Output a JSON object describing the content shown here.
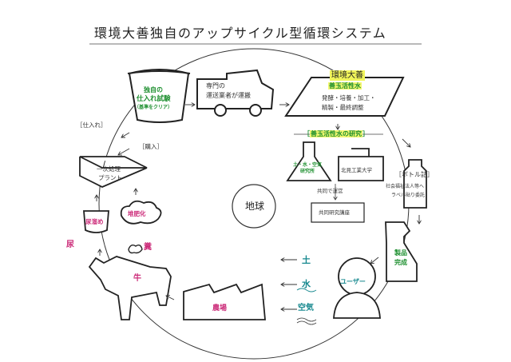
{
  "title": "環境大善独自のアップサイクル型循環システム",
  "center": "地球",
  "nodes": {
    "cup": {
      "line1": "独自の",
      "line2": "仕入れ試験",
      "line3": "（基準をクリア）"
    },
    "truck": {
      "line1": "専門の",
      "line2": "運送業者が運搬"
    },
    "factory": {
      "line1": "環境大善",
      "line2": "善玉活性水",
      "line3": "発酵・培養・加工・",
      "line4": "精製・最終調整"
    },
    "research": {
      "title": "善玉活性水の研究",
      "flask": "土・水・空気\n研究所",
      "univ": "北見工業大学",
      "joint": "共同で運営",
      "lecture": "共同研究講座"
    },
    "bottle": {
      "line1": "［ボトル詰］",
      "line2": "社会福祉法人等へ",
      "line3": "ラベル貼り委託"
    },
    "product": {
      "line1": "製品",
      "line2": "完成"
    },
    "user": "ユーザー",
    "elements": {
      "soil": "土",
      "water": "水",
      "air": "空気"
    },
    "farm": "農場",
    "cow": "牛",
    "urine": "尿",
    "dung": "糞",
    "tank": "尿溜め",
    "compost": "堆肥化",
    "plant": {
      "line1": "一次処理",
      "line2": "プラント"
    },
    "purchase": "［購入］",
    "stock": "［仕入れ］"
  }
}
